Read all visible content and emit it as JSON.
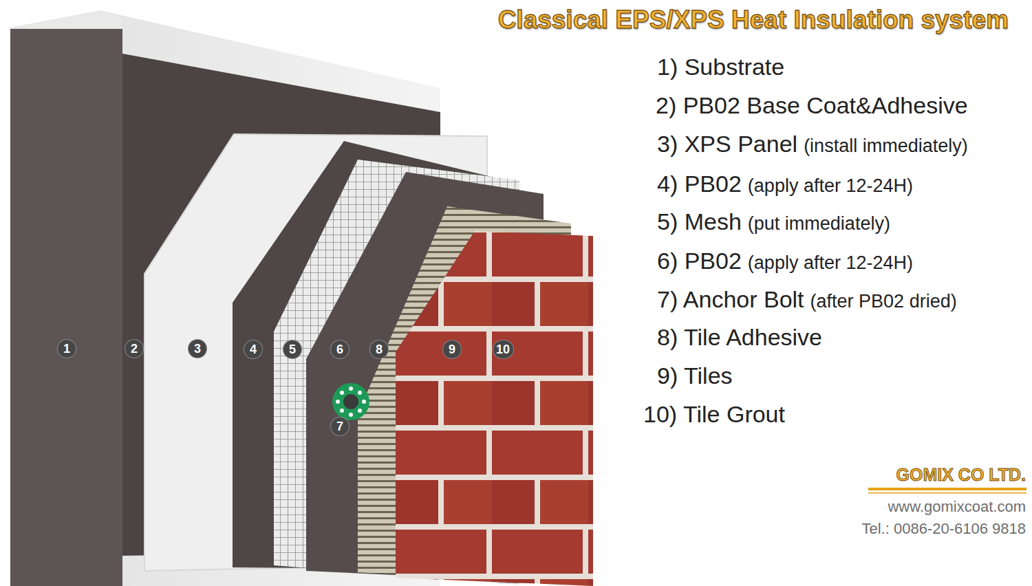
{
  "diagram": {
    "title": "Classical EPS/XPS Heat Insulation system",
    "labels": [
      "1",
      "2",
      "3",
      "4",
      "5",
      "6",
      "8",
      "9",
      "10",
      "7",
      "1) Substrate",
      "2) PB02 Base Coat&Adhesive",
      "3) XPS Panel",
      "(install immediately)",
      "4) PB02",
      "(apply after 12-24H)",
      "5) Mesh",
      "(put immediately)",
      "6) PB02",
      "(apply after 12-24H)",
      "7) Anchor Bolt",
      "(after PB02 dried)",
      "8) Tile Adhesive",
      "9) Tiles",
      "10) Tile Grout",
      "GOMIX CO LTD.",
      "www.gomixcoat.com",
      "Tel.: 0086-20-6106 9818"
    ]
  }
}
